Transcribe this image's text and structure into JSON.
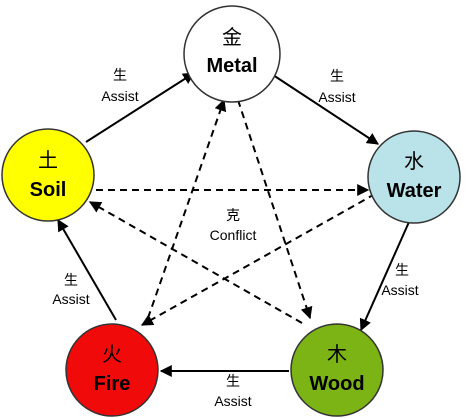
{
  "elements": {
    "metal": {
      "char": "金",
      "name": "Metal",
      "color": "#ffffff"
    },
    "water": {
      "char": "水",
      "name": "Water",
      "color": "#b9e3e8"
    },
    "wood": {
      "char": "木",
      "name": "Wood",
      "color": "#7bb414"
    },
    "fire": {
      "char": "火",
      "name": "Fire",
      "color": "#f00a0a"
    },
    "soil": {
      "char": "土",
      "name": "Soil",
      "color": "#ffff00"
    }
  },
  "assist_label": {
    "char": "生",
    "text": "Assist"
  },
  "conflict_label": {
    "char": "克",
    "text": "Conflict"
  }
}
